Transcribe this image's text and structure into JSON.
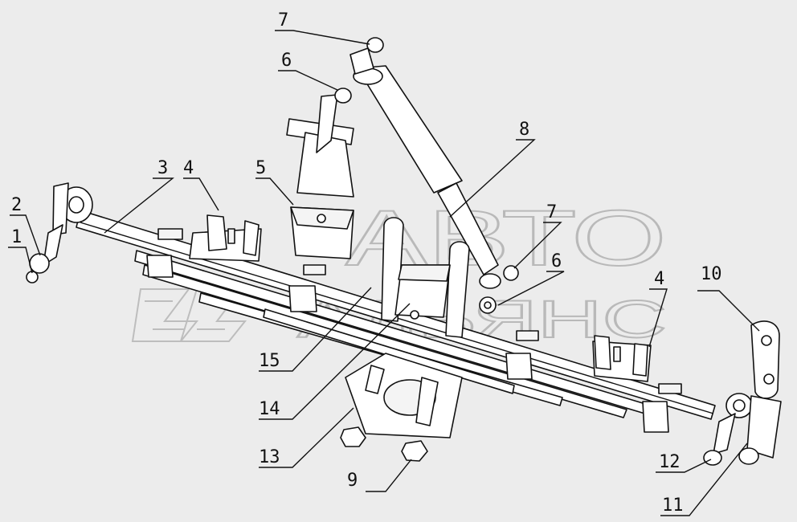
{
  "diagram": {
    "watermark": {
      "line1": "АВТО",
      "line2": "АЛЬЯНС"
    },
    "callouts": [
      {
        "id": "c1",
        "label": "1"
      },
      {
        "id": "c2",
        "label": "2"
      },
      {
        "id": "c3",
        "label": "3"
      },
      {
        "id": "c4a",
        "label": "4"
      },
      {
        "id": "c4b",
        "label": "4"
      },
      {
        "id": "c5",
        "label": "5"
      },
      {
        "id": "c6a",
        "label": "6"
      },
      {
        "id": "c6b",
        "label": "6"
      },
      {
        "id": "c7a",
        "label": "7"
      },
      {
        "id": "c7b",
        "label": "7"
      },
      {
        "id": "c8",
        "label": "8"
      },
      {
        "id": "c9",
        "label": "9"
      },
      {
        "id": "c10",
        "label": "10"
      },
      {
        "id": "c11",
        "label": "11"
      },
      {
        "id": "c12",
        "label": "12"
      },
      {
        "id": "c13",
        "label": "13"
      },
      {
        "id": "c14",
        "label": "14"
      },
      {
        "id": "c15",
        "label": "15"
      }
    ]
  }
}
